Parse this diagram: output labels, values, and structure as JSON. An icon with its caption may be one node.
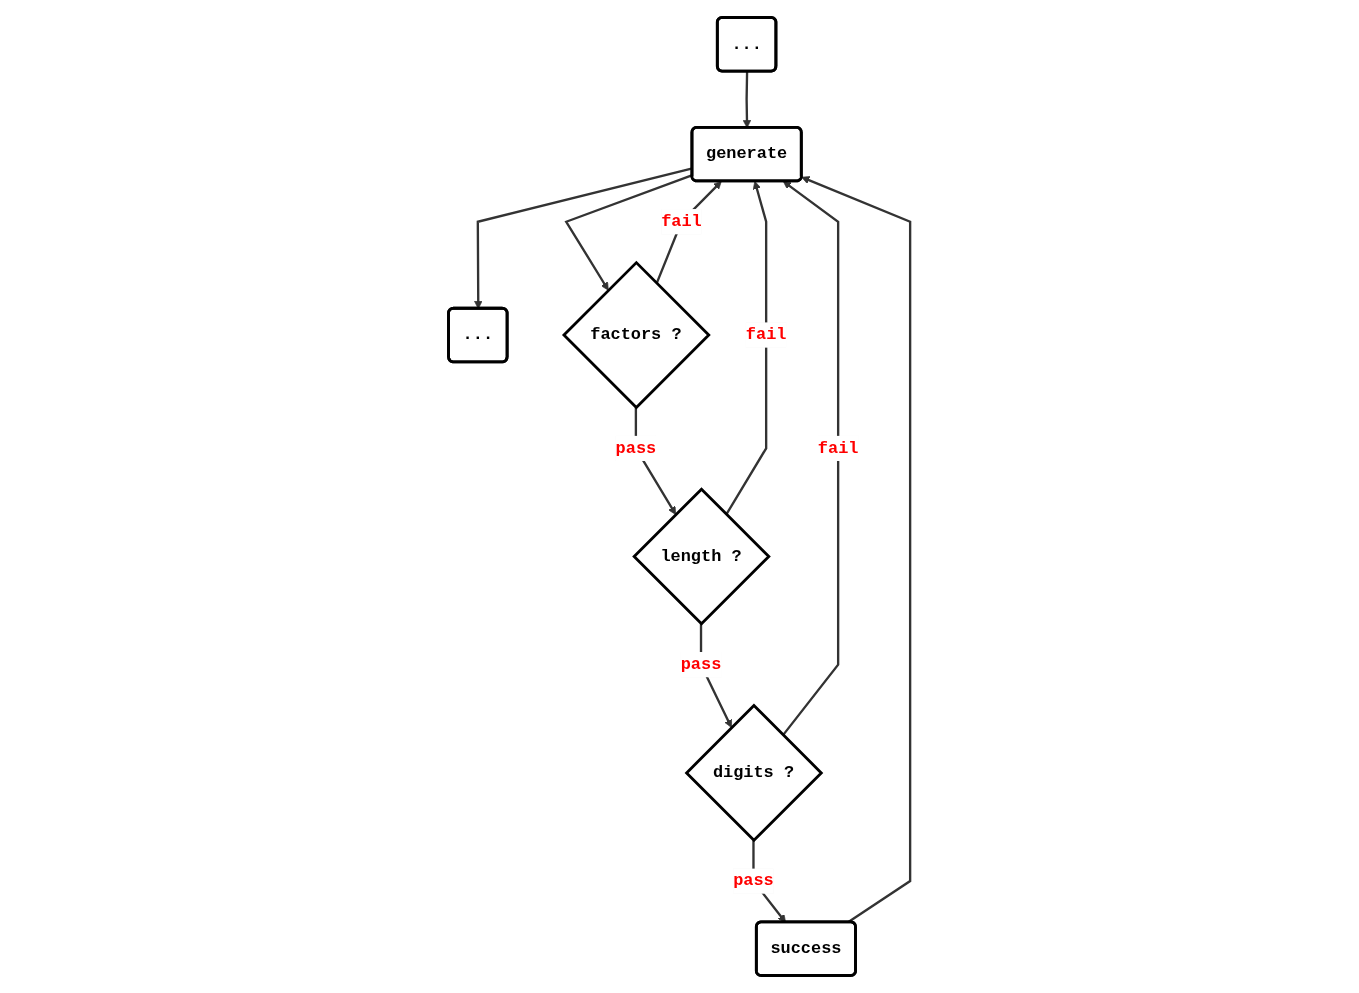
{
  "diagram": {
    "nodes": [
      {
        "text": [
          "..."
        ]
      },
      {
        "text": [
          "generate"
        ]
      },
      {
        "text": [
          "..."
        ]
      },
      {
        "text": [
          "success"
        ]
      },
      {
        "text": [
          "factors ?"
        ]
      },
      {
        "text": [
          "length ?"
        ]
      },
      {
        "text": [
          "digits ?"
        ]
      }
    ],
    "edges": [
      {
        "from": 0,
        "to": 1,
        "arrow": "to"
      },
      {
        "from": 3,
        "to": 1,
        "arrow": "to"
      },
      {
        "from": 1,
        "to": 2,
        "arrow": "to"
      },
      {
        "from": 1,
        "to": 4,
        "arrow": "to"
      },
      {
        "from": 4,
        "to": 1,
        "arrow": "to",
        "label": "fail"
      },
      {
        "from": 4,
        "to": 5,
        "arrow": "to",
        "label": "pass"
      },
      {
        "from": 5,
        "to": 1,
        "arrow": "to",
        "label": "fail"
      },
      {
        "from": 5,
        "to": 6,
        "arrow": "to",
        "label": "pass"
      },
      {
        "from": 6,
        "to": 1,
        "arrow": "to",
        "label": "fail"
      },
      {
        "from": 6,
        "to": 3,
        "arrow": "to",
        "label": "pass"
      }
    ]
  }
}
